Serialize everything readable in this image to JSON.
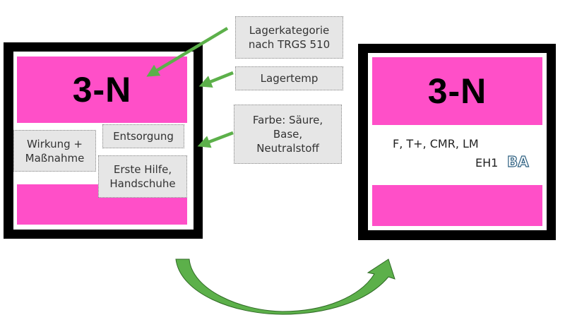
{
  "left_label": {
    "code": "3-N",
    "boxes": {
      "wirkung": "Wirkung + Maßnahme",
      "entsorgung": "Entsorgung",
      "erste_hilfe": "Erste Hilfe, Handschuhe"
    }
  },
  "callouts": {
    "lagerkategorie": "Lagerkategorie nach TRGS 510",
    "lagertemp": "Lagertemp",
    "farbe": "Farbe: Säure, Base, Neutralstoff"
  },
  "right_label": {
    "code": "3-N",
    "hazards": "F, T+, CMR, LM",
    "eh": "EH1",
    "ba": "BA"
  },
  "colors": {
    "pink": "#ff4fc8",
    "arrow": "#5cb04a"
  }
}
